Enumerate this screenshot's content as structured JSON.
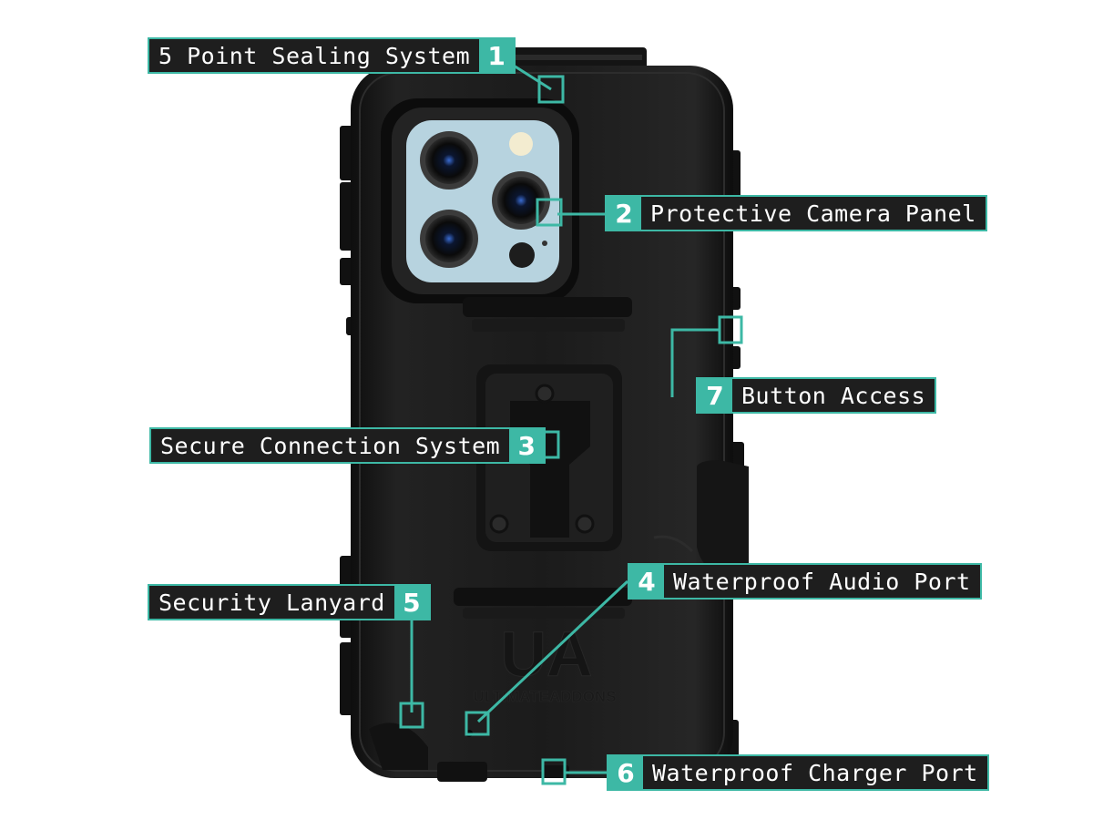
{
  "brand": {
    "logo_text": "UA",
    "name": "ULTIMATEADDONS"
  },
  "colors": {
    "accent": "#3db8a5",
    "label_bg": "#1e1e1e",
    "case": "#1c1c1c",
    "phone": "#b7d3df"
  },
  "callouts": [
    {
      "number": "1",
      "label": "5 Point Sealing System"
    },
    {
      "number": "2",
      "label": "Protective Camera Panel"
    },
    {
      "number": "3",
      "label": "Secure Connection System"
    },
    {
      "number": "4",
      "label": "Waterproof Audio Port"
    },
    {
      "number": "5",
      "label": "Security Lanyard"
    },
    {
      "number": "6",
      "label": "Waterproof Charger Port"
    },
    {
      "number": "7",
      "label": "Button Access"
    }
  ]
}
